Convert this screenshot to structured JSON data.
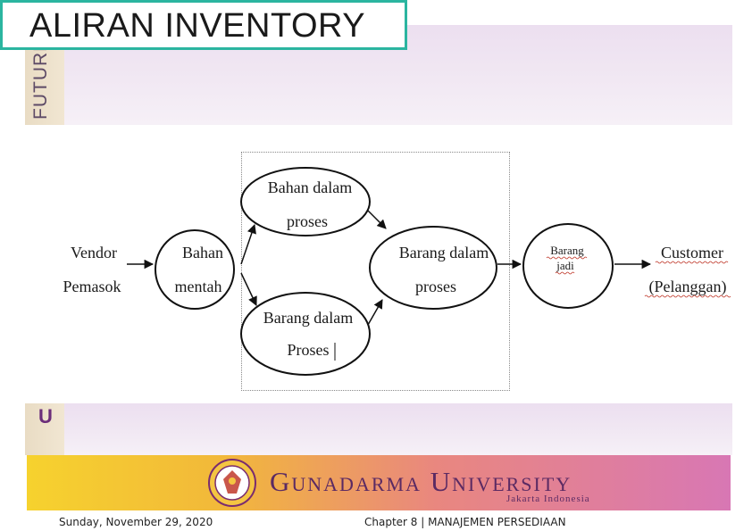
{
  "slide": {
    "title": "ALIRAN INVENTORY",
    "side_word": "FUTURE",
    "side_letter": "U"
  },
  "diagram": {
    "vendor": [
      "Vendor",
      "Pemasok"
    ],
    "raw": [
      "Bahan",
      "mentah"
    ],
    "wip_top": [
      "Bahan dalam",
      "proses"
    ],
    "wip_bottom": [
      "Barang dalam",
      "Proses"
    ],
    "goods_in_process": [
      "Barang dalam",
      "proses"
    ],
    "finished": [
      "Barang",
      "jadi"
    ],
    "customer": [
      "Customer",
      "(Pelanggan)"
    ]
  },
  "footer": {
    "university": "Gunadarma University",
    "tagline": "Jakarta Indonesia",
    "date": "Sunday, November 29, 2020",
    "chapter": "Chapter 8 | MANAJEMEN PERSEDIAAN"
  },
  "colors": {
    "title_border": "#2bb5a0",
    "band": "#ecdff0",
    "footer_gradient": [
      "#f6d22e",
      "#e9877f",
      "#d877b4"
    ],
    "university_text": "#5b2a63"
  }
}
